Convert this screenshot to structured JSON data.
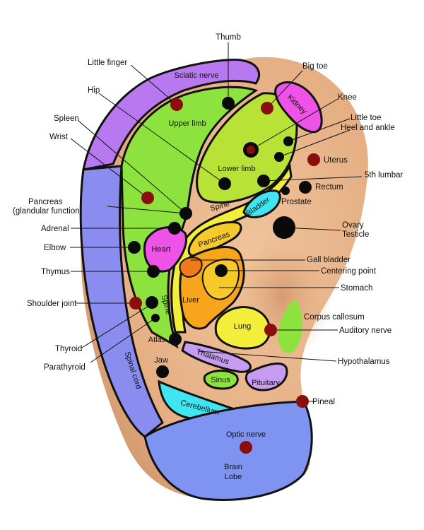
{
  "colors": {
    "skin": "#e8b48a",
    "skin_shadow": "#c98f66",
    "outline": "#111111",
    "purple": "#b879f0",
    "periwinkle": "#8a8cf0",
    "green": "#8ee23e",
    "yellow_green": "#b9e236",
    "yellow": "#f2ee3a",
    "magenta": "#ee52e6",
    "cyan": "#3fe6f2",
    "orange": "#f7a51c",
    "light_orange": "#f7c92a",
    "dark_orange": "#f07a1a",
    "lavender": "#c79cf0",
    "blue": "#7f93f0",
    "point_red": "#8b0e0e",
    "point_black": "#0a0a0a"
  },
  "labels": {
    "thumb": "Thumb",
    "little_finger": "Little finger",
    "big_toe": "Big toe",
    "hip": "Hip",
    "knee": "Knee",
    "spleen": "Spleen",
    "little_toe": "Little toe",
    "heel_and_ankle": "Heel and ankle",
    "wrist": "Wrist",
    "uterus": "Uterus",
    "fifth_lumbar": "5th lumbar",
    "pancreas_glandular_line1": "Pancreas",
    "pancreas_glandular_line2": "(glandular function)",
    "rectum": "Rectum",
    "prostate": "Prostate",
    "adrenal": "Adrenal",
    "ovary": "Ovary",
    "testicle": "Testicle",
    "elbow": "Elbow",
    "gall_bladder": "Gall bladder",
    "thymus": "Thymus",
    "centering_point": "Centering point",
    "stomach": "Stomach",
    "shoulder_joint": "Shoulder joint",
    "corpus_callosum": "Corpus callosum",
    "auditory_nerve": "Auditory nerve",
    "thyroid": "Thyroid",
    "hypothalamus": "Hypothalamus",
    "parathyroid": "Parathyroid",
    "pineal": "Pineal"
  },
  "regions": {
    "sciatic_nerve": "Sciatic nerve",
    "upper_limb": "Upper limb",
    "kidney": "Kidney",
    "lower_limb": "Lower limb",
    "spine_top": "Spine",
    "bladder": "Bladder",
    "pancreas": "Pancreas",
    "heart": "Heart",
    "liver": "Liver",
    "spine_side": "Spine",
    "lung": "Lung",
    "atlas": "Atlas",
    "thalamus": "Thalamus",
    "jaw": "Jaw",
    "sinus": "Sinus",
    "pituitary": "Pituitary",
    "spinal_cord": "Spinal cord",
    "cerebellum": "Cerebellum",
    "optic_nerve": "Optic nerve",
    "brain_lobe_line1": "Brain",
    "brain_lobe_line2": "Lobe"
  }
}
